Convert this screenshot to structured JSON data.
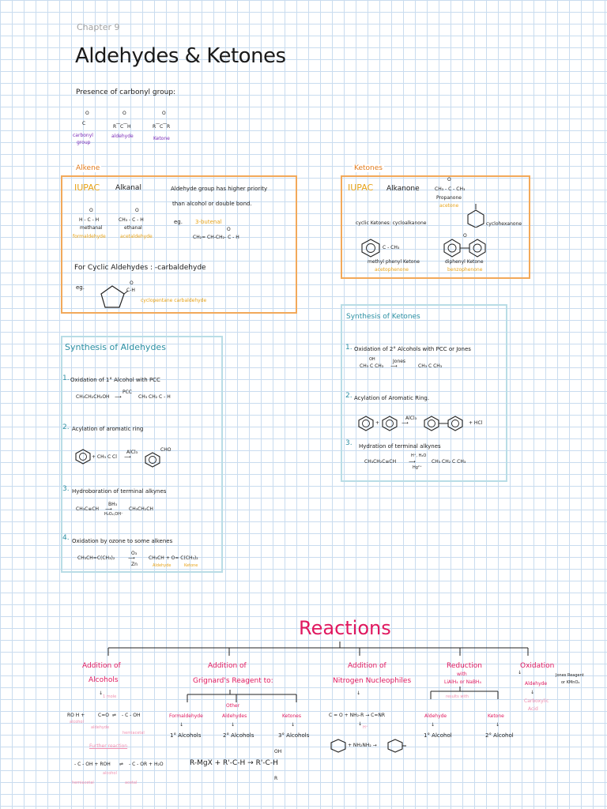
{
  "colors": {
    "orange": "#f2a95a",
    "teal": "#b9dde6",
    "pink": "#e0185f",
    "purple": "#7a2bb8",
    "yellow": "#e8a317",
    "grid": "#c9dcef"
  },
  "header": {
    "chapter": "Chapter 9",
    "title": "Aldehydes & Ketones",
    "presence": "Presence of carbonyl group:"
  },
  "carbonyl": {
    "o1": "O",
    "c1": "C",
    "o2": "O",
    "c2": "R⁀C⁀H",
    "o3": "O",
    "c3": "R⁀C⁀R",
    "l1": "carbonyl",
    "l1b": "group",
    "l2": "aldehyde",
    "l3": "Ketone"
  },
  "alkene": {
    "heading": "Alkene",
    "iupac": "IUPAC",
    "alkanal": "Alkanal",
    "note1": "Aldehyde group has higher priority",
    "note2": "than alcohol or double bond.",
    "eg": "eg.",
    "butenal": "3-butenal",
    "butenal_struct": "CH₂= CH-CH₂- C - H",
    "o": "O",
    "methanal_struct": "H - C - H",
    "methanal": "methanal",
    "formaldehyde": "formaldehyde",
    "ethanal_struct": "CH₃ - C - H",
    "ethanal": "ethanal",
    "acetaldehyde": "acetaldehyde",
    "cyclic": "For Cyclic Aldehydes : -carbaldehyde",
    "eg2": "eg.",
    "ch": "C-H",
    "cyclo_name": "cyclopentane carbaldehyde"
  },
  "ketones": {
    "heading": "Ketones",
    "iupac": "IUPAC",
    "alkanone": "Alkanone",
    "prop_struct": "CH₃ - C - CH₃",
    "propanone": "Propanone",
    "acetone": "acetone",
    "cyclic": "cyclic Ketones: cycloalkanone",
    "cyclohexanone": "cyclohexanone",
    "mpk_struct": "C - CH₃",
    "mpk": "methyl phenyl Ketone",
    "acetophenone": "acetophenone",
    "dpk": "diphenyl Ketone",
    "benzophenone": "benzophenone",
    "o": "O"
  },
  "synth_ald": {
    "heading": "Synthesis of Aldehydes",
    "s1n": "1.",
    "s1": "Oxidation of 1° Alcohol with PCC",
    "s1eq": "CH₃CH₂CH₂OH",
    "s1r": "PCC",
    "s1p": "CH₃ CH₂ C - H",
    "s2n": "2.",
    "s2": "Acylation of aromatic ring",
    "s2eq": "+ CH₃ C Cl",
    "s2r": "AlCl₃",
    "s2p": "CHO",
    "s3n": "3.",
    "s3": "Hydroboration of terminal alkynes",
    "s3eq": "CH₃C≡CH",
    "s3r": "BH₃",
    "s3r2": "H₂O₂,OH⁻",
    "s3p": "CH₃CH₂CH",
    "s4n": "4.",
    "s4": "Oxidation by ozone to some alkenes",
    "s4eq": "CH₃CH=C(CH₃)₂",
    "s4r": "O₃",
    "s4r2": "Zn",
    "s4p": "CH₃CH + O= C(CH₃)₂",
    "s4l1": "Aldehyde",
    "s4l2": "Ketone"
  },
  "synth_ket": {
    "heading": "Synthesis of Ketones",
    "s1n": "1.",
    "s1": "Oxidation of 2° Alcohols with PCC or Jones",
    "s1eq": "CH₃ C CH₃",
    "s1r": "Jones",
    "s1p": "CH₃ C CH₃",
    "s1oh": "OH",
    "s2n": "2.",
    "s2": "Acylation of Aromatic Ring.",
    "s2eq": "+",
    "s2r": "AlCl₃",
    "s2p": "+ HCl",
    "s3n": "3.",
    "s3": "Hydration of terminal alkynes",
    "s3eq": "CH₃CH₂C≡CH",
    "s3r": "H⁺, H₂O",
    "s3r2": "Hg²⁺",
    "s3p": "CH₃ CH₂ C CH₃"
  },
  "reactions": {
    "title": "Reactions",
    "b1": "Addition of",
    "b1b": "Alcohols",
    "b1s": "1 mole",
    "b1eq": "RO H +",
    "b1eq2": "C=O",
    "b1hemi": "hemiacetal",
    "b1alc": "alcohol",
    "b1ald": "aldehyde",
    "b1further": "Further reaction",
    "b1eq3": "- C - OH + ROH",
    "b1eq4": "- C - OR + H₂O",
    "b1hemi2": "hemiacetal",
    "b1alc2": "alcohol",
    "b1acetal": "acetal",
    "b2": "Addition of",
    "b2b": "Grignard's Reagent to:",
    "b2a": "Formaldehyde",
    "b2a_r": "1° Alcohols",
    "b2b1": "Other",
    "b2b2": "Aldehydes",
    "b2b_r": "2° Alcohols",
    "b2c": "Ketones",
    "b2c_r": "3° Alcohols",
    "b2eq": "R-MgX + R'-C-H → R'-C-H",
    "b2oh": "OH",
    "b2r": "R",
    "b3": "Addition of",
    "b3b": "Nitrogen Nucleophiles",
    "b3eq": "C = O + NH₂-R →  C=NR",
    "b3h": "H⁺",
    "b3eq2": "+ NH₂NH₂ →",
    "b4": "Reduction",
    "b4w": "with",
    "b4r": "LiAlH₄ or NaBH₄",
    "b4rs": "results with",
    "b4a": "Aldehyde",
    "b4a_r": "1° Alcohol",
    "b4b": "Ketone",
    "b4b_r": "2° Alcohol",
    "b5": "Oxidation",
    "b5a": "Aldehyde",
    "b5b": "Carboxylic",
    "b5c": "Acid",
    "b5j": "Jones Reagent",
    "b5j2": "or KMnO₄"
  }
}
